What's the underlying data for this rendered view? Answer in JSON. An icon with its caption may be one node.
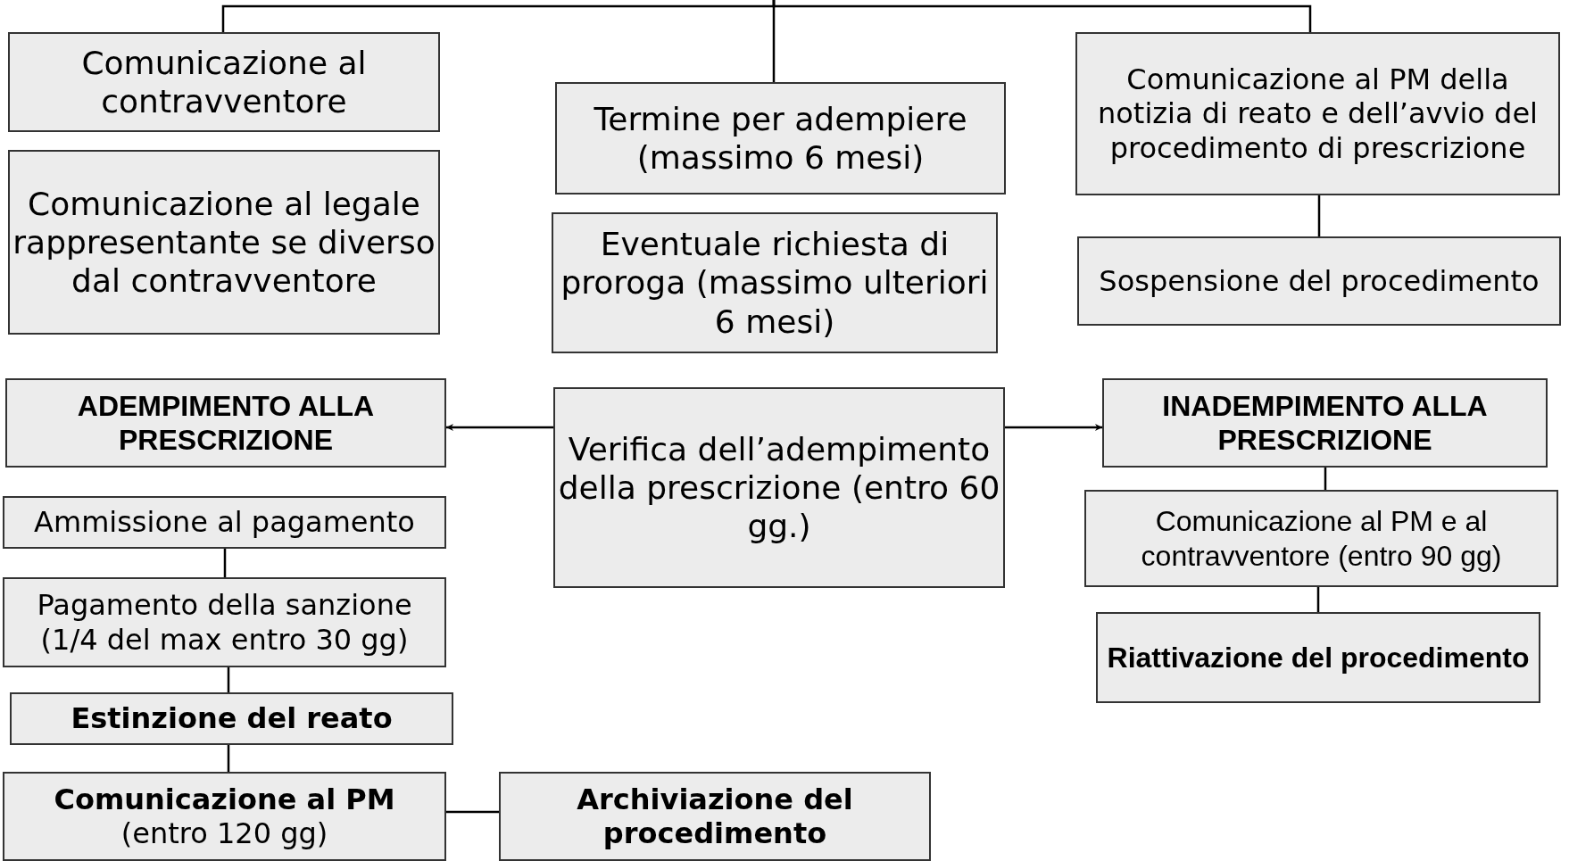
{
  "diagram": {
    "nodes": [
      {
        "text": [
          "Comunicazione al contravventore"
        ]
      },
      {
        "text": [
          "Termine per adempiere (massimo 6 mesi)"
        ]
      },
      {
        "text": [
          "Comunicazione al PM della notizia di reato e dell’avvio del procedimento di prescrizione"
        ]
      },
      {
        "text": [
          "Comunicazione al legale rappresentante se diverso dal contravventore"
        ]
      },
      {
        "text": [
          "Eventuale richiesta di proroga (massimo ulteriori 6 mesi)"
        ]
      },
      {
        "text": [
          "Sospensione del procedimento"
        ]
      },
      {
        "text": [
          "ADEMPIMENTO ALLA PRESCRIZIONE"
        ]
      },
      {
        "text": [
          "Verifica dell’adempimento della prescrizione (entro 60 gg.)"
        ]
      },
      {
        "text": [
          "INADEMPIMENTO ALLA PRESCRIZIONE"
        ]
      },
      {
        "text": [
          "Ammissione al pagamento"
        ]
      },
      {
        "text": [
          "Comunicazione al PM e al contravventore (entro 90 gg)"
        ]
      },
      {
        "text": [
          "Pagamento della sanzione (1/4 del max entro 30 gg)"
        ]
      },
      {
        "text": [
          "Riattivazione del procedimento"
        ]
      },
      {
        "text": [
          "Estinzione del reato"
        ]
      },
      {
        "text": [
          "Comunicazione al PM",
          "(entro 120 gg)"
        ]
      },
      {
        "text": [
          "Archiviazione del procedimento"
        ]
      }
    ],
    "edges": [
      {
        "from": null,
        "to": 0,
        "arrow": "none"
      },
      {
        "from": null,
        "to": 1,
        "arrow": "none"
      },
      {
        "from": null,
        "to": 2,
        "arrow": "none"
      },
      {
        "from": 2,
        "to": 5,
        "arrow": "none"
      },
      {
        "from": 7,
        "to": 6,
        "arrow": "to"
      },
      {
        "from": 7,
        "to": 8,
        "arrow": "to"
      },
      {
        "from": 8,
        "to": 10,
        "arrow": "none"
      },
      {
        "from": 10,
        "to": 12,
        "arrow": "none"
      },
      {
        "from": 9,
        "to": 11,
        "arrow": "none"
      },
      {
        "from": 11,
        "to": 13,
        "arrow": "none"
      },
      {
        "from": 13,
        "to": 14,
        "arrow": "none"
      },
      {
        "from": 14,
        "to": 15,
        "arrow": "none"
      }
    ]
  }
}
